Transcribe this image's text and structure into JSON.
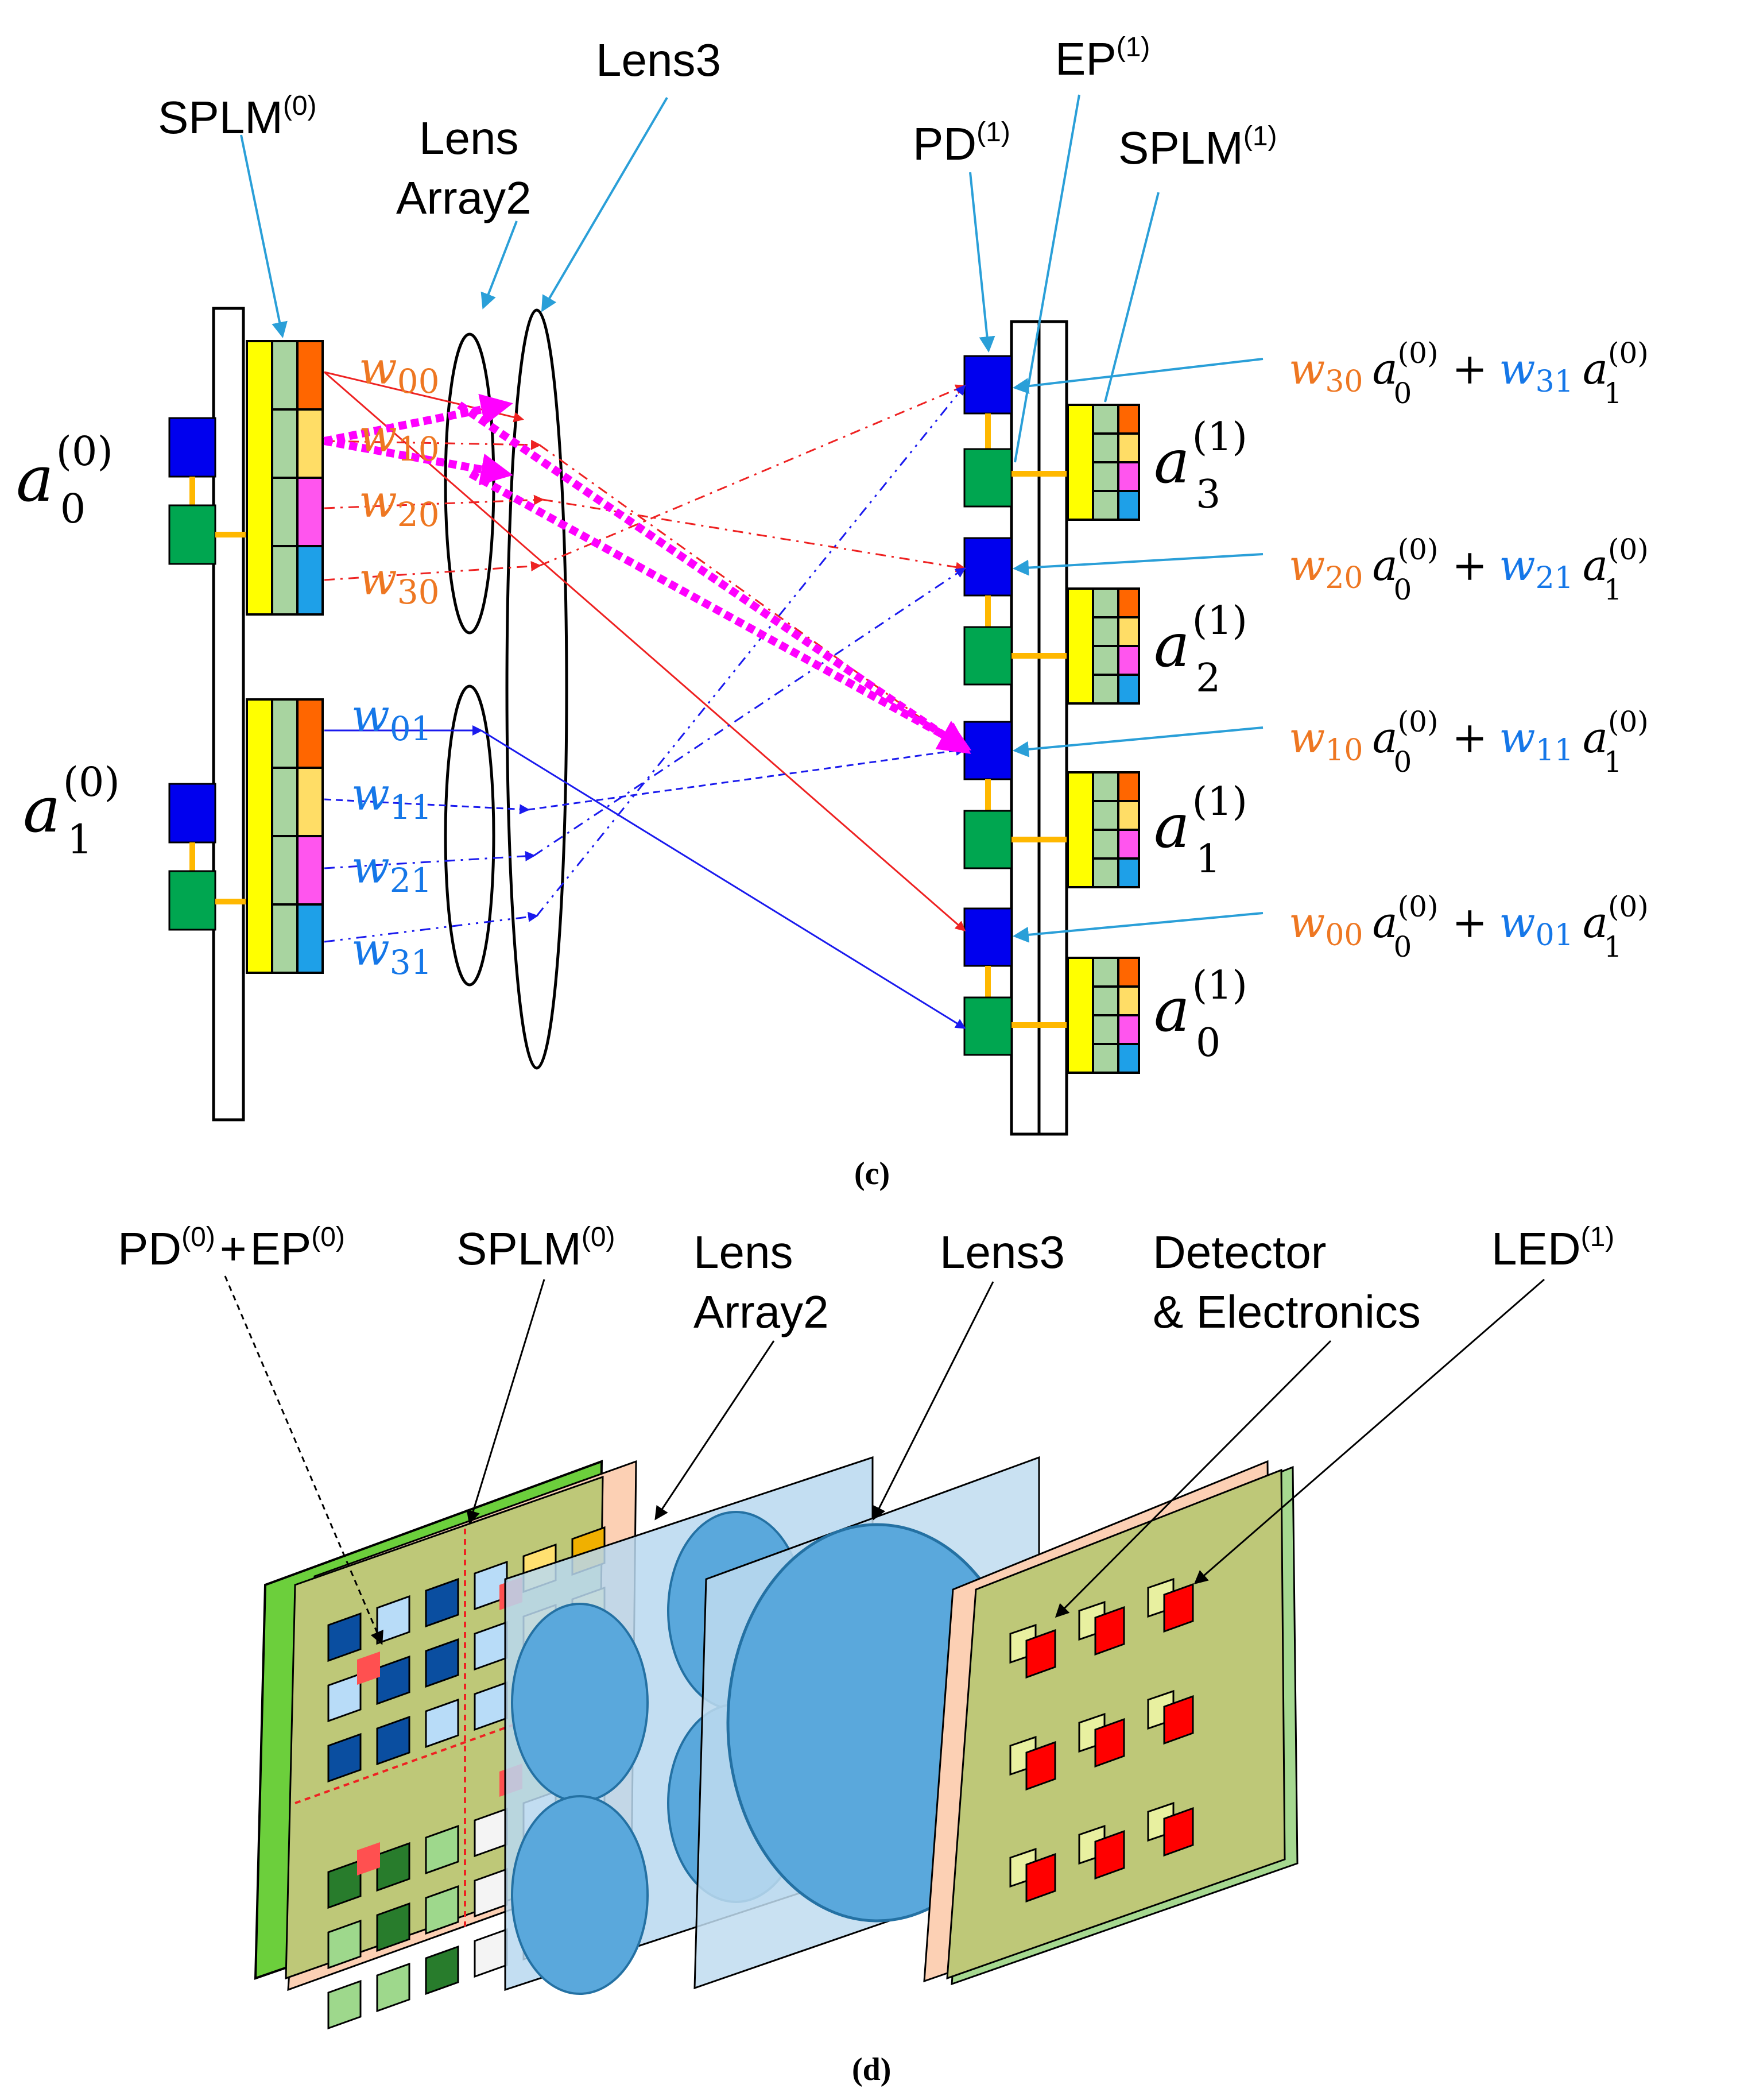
{
  "colors": {
    "orange": "#ee7722",
    "blue_text": "#1577e8",
    "pd_blue": "#0000ee",
    "ep_green": "#00a650",
    "yellow": "#ffff00",
    "magenta": "#ff00ff",
    "red": "#ee2222",
    "callout": "#2a9fd8"
  },
  "panel_c": {
    "caption": "(c)",
    "labels": {
      "splm0_base": "SPLM",
      "splm0_sup": "(0)",
      "lens_array2_line1": "Lens",
      "lens_array2_line2": "Array2",
      "lens3": "Lens3",
      "pd1_base": "PD",
      "pd1_sup": "(1)",
      "ep1_base": "EP",
      "ep1_sup": "(1)",
      "splm1_base": "SPLM",
      "splm1_sup": "(1)"
    },
    "inputs": [
      {
        "base": "a",
        "sup": "(0)",
        "sub": "0"
      },
      {
        "base": "a",
        "sup": "(0)",
        "sub": "1"
      }
    ],
    "weights_orange": [
      {
        "base": "w",
        "sub": "00"
      },
      {
        "base": "w",
        "sub": "10"
      },
      {
        "base": "w",
        "sub": "20"
      },
      {
        "base": "w",
        "sub": "30"
      }
    ],
    "weights_blue": [
      {
        "base": "w",
        "sub": "01"
      },
      {
        "base": "w",
        "sub": "11"
      },
      {
        "base": "w",
        "sub": "21"
      },
      {
        "base": "w",
        "sub": "31"
      }
    ],
    "outputs": [
      {
        "base": "a",
        "sup": "(1)",
        "sub": "3"
      },
      {
        "base": "a",
        "sup": "(1)",
        "sub": "2"
      },
      {
        "base": "a",
        "sup": "(1)",
        "sub": "1"
      },
      {
        "base": "a",
        "sup": "(1)",
        "sub": "0"
      }
    ],
    "sums": [
      {
        "w1": "w",
        "w1_sub": "30",
        "a1": "a",
        "a1_sup": "(0)",
        "a1_sub": "0",
        "plus": "+",
        "w2": "w",
        "w2_sub": "31",
        "a2": "a",
        "a2_sup": "(0)",
        "a2_sub": "1"
      },
      {
        "w1": "w",
        "w1_sub": "20",
        "a1": "a",
        "a1_sup": "(0)",
        "a1_sub": "0",
        "plus": "+",
        "w2": "w",
        "w2_sub": "21",
        "a2": "a",
        "a2_sup": "(0)",
        "a2_sub": "1"
      },
      {
        "w1": "w",
        "w1_sub": "10",
        "a1": "a",
        "a1_sup": "(0)",
        "a1_sub": "0",
        "plus": "+",
        "w2": "w",
        "w2_sub": "11",
        "a2": "a",
        "a2_sup": "(0)",
        "a2_sub": "1"
      },
      {
        "w1": "w",
        "w1_sub": "00",
        "a1": "a",
        "a1_sup": "(0)",
        "a1_sub": "0",
        "plus": "+",
        "w2": "w",
        "w2_sub": "01",
        "a2": "a",
        "a2_sup": "(0)",
        "a2_sub": "1"
      }
    ]
  },
  "panel_d": {
    "caption": "(d)",
    "labels": {
      "pd0_base": "PD",
      "pd0_sup": "(0)",
      "plus": "+",
      "ep0_base": "EP",
      "ep0_sup": "(0)",
      "splm0_base": "SPLM",
      "splm0_sup": "(0)",
      "lens_array2_line1": "Lens",
      "lens_array2_line2": "Array2",
      "lens3": "Lens3",
      "detector_line1": "Detector",
      "detector_line2": "& Electronics",
      "led1_base": "LED",
      "led1_sup": "(1)"
    }
  }
}
